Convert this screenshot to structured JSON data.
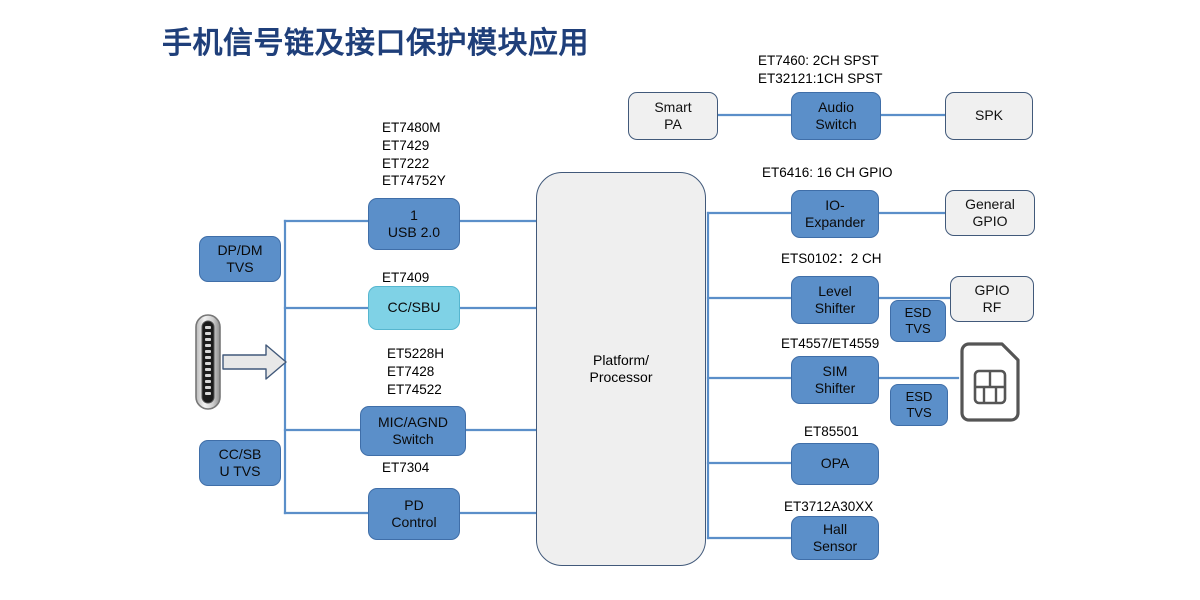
{
  "title": "手机信号链及接口保护模块应用",
  "colors": {
    "title": "#1f3f7a",
    "module_blue": "#5b8fc9",
    "module_cyan": "#7fd2e6",
    "external_grey": "#f0f0f0",
    "wire": "#5b8fc9",
    "border_dark": "#41597a"
  },
  "left": {
    "connector_icon": "usb-c-connector-icon",
    "arrow_icon": "right-arrow-icon",
    "tvs": [
      {
        "id": "dp-dm-tvs",
        "lines": [
          "DP/DM",
          "TVS"
        ]
      },
      {
        "id": "cc-sbu-tvs",
        "lines": [
          "CC/SB",
          "U TVS"
        ]
      }
    ],
    "modules": [
      {
        "id": "usb20",
        "caption": [
          "ET7480M",
          "ET7429",
          "ET7222",
          "ET74752Y"
        ],
        "lines": [
          "1",
          "USB 2.0"
        ],
        "style": "blue"
      },
      {
        "id": "cc-sbu",
        "caption": [
          "ET7409"
        ],
        "lines": [
          "CC/SBU"
        ],
        "style": "cyan"
      },
      {
        "id": "mic-agnd-switch",
        "caption": [
          "ET5228H",
          "ET7428",
          "ET74522"
        ],
        "lines": [
          "MIC/AGND",
          "Switch"
        ],
        "style": "blue"
      },
      {
        "id": "pd-control",
        "caption": [
          "ET7304"
        ],
        "lines": [
          "PD",
          "Control"
        ],
        "style": "blue"
      }
    ]
  },
  "center": {
    "id": "platform-processor",
    "lines": [
      "Platform/",
      "Processor"
    ]
  },
  "audio_chain": {
    "caption": [
      "ET7460: 2CH SPST",
      "ET32121:1CH SPST"
    ],
    "source": {
      "id": "smart-pa",
      "lines": [
        "Smart",
        "PA"
      ],
      "style": "grey"
    },
    "module": {
      "id": "audio-switch",
      "lines": [
        "Audio",
        "Switch"
      ],
      "style": "blue"
    },
    "sink": {
      "id": "spk",
      "lines": [
        "SPK"
      ],
      "style": "grey"
    }
  },
  "right": {
    "rows": [
      {
        "id": "io-expander",
        "caption": [
          "ET6416: 16 CH GPIO"
        ],
        "module": {
          "lines": [
            "IO-",
            "Expander"
          ],
          "style": "blue"
        },
        "esd": null,
        "sink": {
          "id": "general-gpio",
          "lines": [
            "General",
            "GPIO"
          ],
          "style": "grey"
        }
      },
      {
        "id": "level-shifter",
        "caption": [
          "ETS0102：2 CH"
        ],
        "module": {
          "lines": [
            "Level",
            "Shifter"
          ],
          "style": "blue"
        },
        "esd": {
          "id": "esd-tvs-gpio",
          "lines": [
            "ESD",
            "TVS"
          ],
          "style": "blue"
        },
        "sink": {
          "id": "gpio-rf",
          "lines": [
            "GPIO",
            "RF"
          ],
          "style": "grey"
        }
      },
      {
        "id": "sim-shifter",
        "caption": [
          "ET4557/ET4559"
        ],
        "module": {
          "lines": [
            "SIM",
            "Shifter"
          ],
          "style": "blue"
        },
        "esd": {
          "id": "esd-tvs-sim",
          "lines": [
            "ESD",
            "TVS"
          ],
          "style": "blue"
        },
        "sink": {
          "id": "sim-card",
          "icon": "sim-card-icon"
        }
      },
      {
        "id": "opa",
        "caption": [
          "ET85501"
        ],
        "module": {
          "lines": [
            "OPA"
          ],
          "style": "blue"
        },
        "esd": null,
        "sink": null
      },
      {
        "id": "hall-sensor",
        "caption": [
          "ET3712A30XX"
        ],
        "module": {
          "lines": [
            "Hall",
            "Sensor"
          ],
          "style": "blue"
        },
        "esd": null,
        "sink": null
      }
    ]
  }
}
